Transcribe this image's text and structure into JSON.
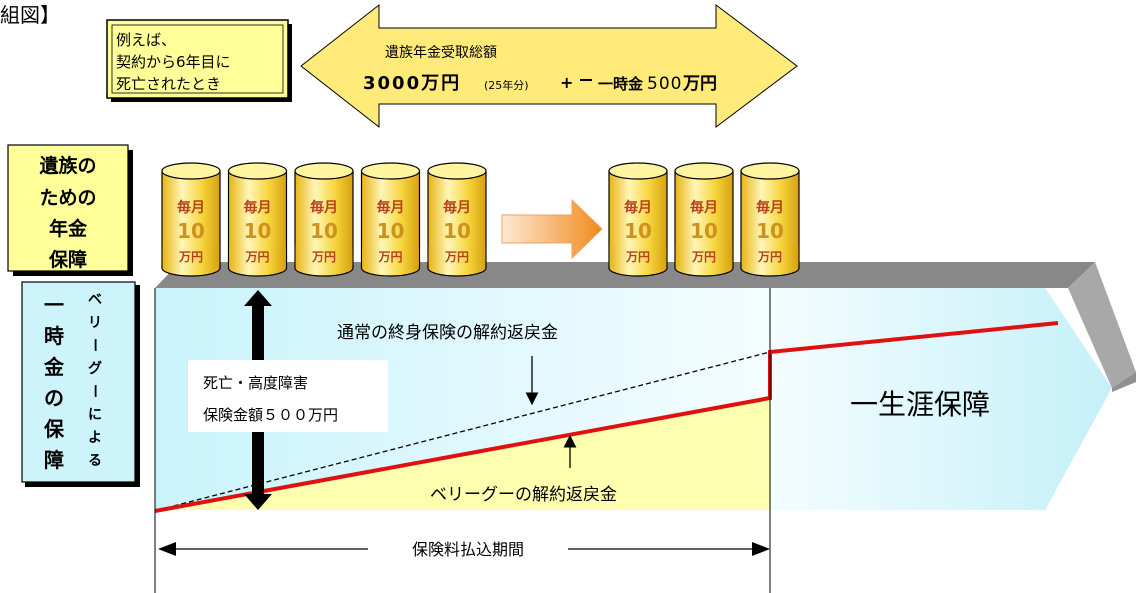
{
  "header_fragment": "組図】",
  "example_box": {
    "lines": [
      "例えば、",
      "契約から6年目に",
      "死亡されたとき"
    ]
  },
  "top_arrow": {
    "line1": "遺族年金受取総額",
    "amount": "3000万円",
    "years": "(25年分)",
    "plus": "+",
    "lump_label": "一時金",
    "lump_num": "500",
    "lump_unit": "万円"
  },
  "survivor_box": {
    "lines": [
      "遺族の",
      "ための",
      "年金",
      "保障"
    ]
  },
  "lump_box": {
    "main_chars": [
      "一",
      "時",
      "金",
      "の",
      "保",
      "障"
    ],
    "side_chars": [
      "ベ",
      "リ",
      "ー",
      "グ",
      "ー",
      "に",
      "よ",
      "る"
    ]
  },
  "coins": {
    "count_before": 5,
    "count_after": 3,
    "top_label": "毎月",
    "amount": "10",
    "unit": "万円"
  },
  "labels": {
    "normal_refund": "通常の終身保険の解約返戻金",
    "death_line1": "死亡・高度障害",
    "death_line2": "保険金額５００万円",
    "berry_refund": "ベリーグーの解約返戻金",
    "lifetime": "一生涯保障",
    "premium_period": "保険料払込期間"
  },
  "colors": {
    "coin_gold": "#e8c020",
    "coin_text": "#c0401a",
    "red_line": "#e01010",
    "panel_blue": "#ccf4fa",
    "box_yellow": "#ffff99",
    "area_yellow": "#ffffb0"
  }
}
